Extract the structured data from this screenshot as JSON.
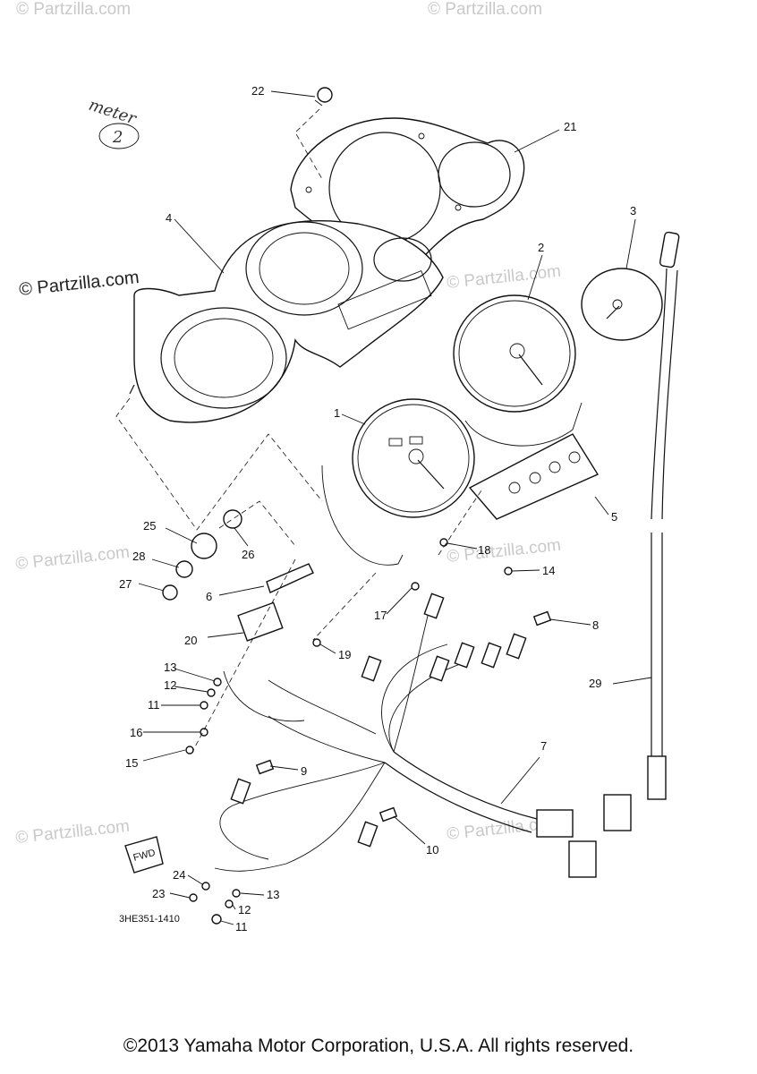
{
  "watermarks": {
    "main": "© Partzilla.com",
    "faint": "© Partzilla.com"
  },
  "handwritten": {
    "word": "meter",
    "number": "2"
  },
  "fwd_badge": "FWD",
  "diagram_code": "3HE351-1410",
  "callouts": {
    "c1": "1",
    "c2": "2",
    "c3": "3",
    "c4": "4",
    "c5": "5",
    "c6": "6",
    "c7": "7",
    "c8": "8",
    "c9": "9",
    "c10": "10",
    "c11a": "11",
    "c11b": "11",
    "c12a": "12",
    "c12b": "12",
    "c13a": "13",
    "c13b": "13",
    "c14": "14",
    "c15": "15",
    "c16": "16",
    "c17": "17",
    "c18": "18",
    "c19": "19",
    "c20": "20",
    "c21": "21",
    "c22": "22",
    "c23": "23",
    "c24": "24",
    "c25": "25",
    "c26": "26",
    "c27": "27",
    "c28": "28",
    "c29": "29"
  },
  "copyright": "©2013 Yamaha Motor Corporation, U.S.A. All rights reserved."
}
